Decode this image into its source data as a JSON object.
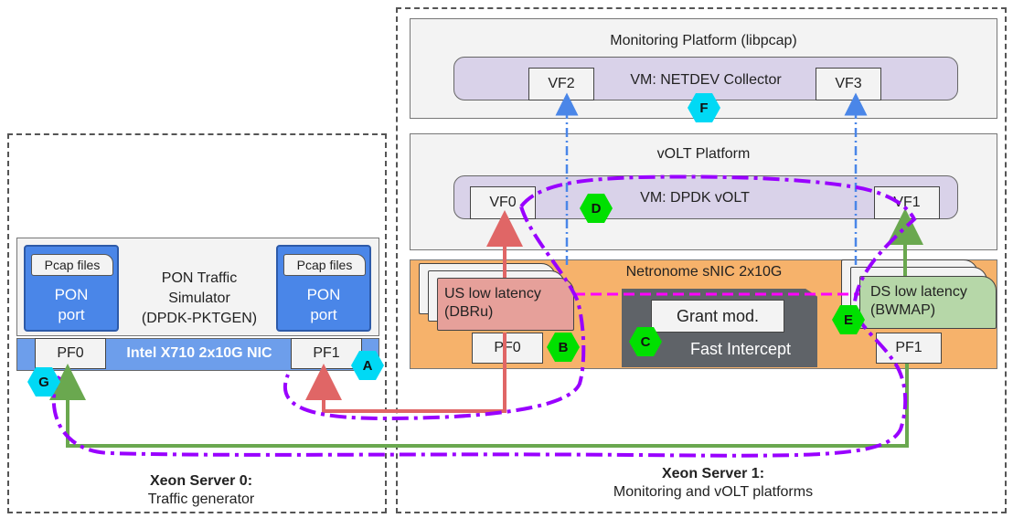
{
  "server0": {
    "title": "Xeon Server 0:",
    "subtitle": "Traffic generator",
    "simulator": {
      "line1": "PON Traffic",
      "line2": "Simulator",
      "line3": "(DPDK-PKTGEN)"
    },
    "pcap_left": {
      "file": "Pcap files",
      "port_line1": "PON",
      "port_line2": "port"
    },
    "pcap_right": {
      "file": "Pcap files",
      "port_line1": "PON",
      "port_line2": "port"
    },
    "nic_label": "Intel X710 2x10G NIC",
    "pf0": "PF0",
    "pf1": "PF1"
  },
  "server1": {
    "title": "Xeon Server 1:",
    "subtitle": "Monitoring and vOLT platforms",
    "monitoring": {
      "title": "Monitoring Platform (libpcap)",
      "vm_title": "VM: NETDEV Collector",
      "vf2": "VF2",
      "vf3": "VF3"
    },
    "volt": {
      "title": "vOLT Platform",
      "vm_title": "VM: DPDK vOLT",
      "vf0": "VF0",
      "vf1": "VF1"
    },
    "snic": {
      "title": "Netronome sNIC 2x10G",
      "us_line1": "US low latency",
      "us_line2": "(DBRu)",
      "ds_line1": "DS low latency",
      "ds_line2": "(BWMAP)",
      "grant": "Grant mod.",
      "fast": "Fast Intercept",
      "pf0": "PF0",
      "pf1": "PF1"
    }
  },
  "markers": {
    "a": "A",
    "b": "B",
    "c": "C",
    "d": "D",
    "e": "E",
    "f": "F",
    "g": "G"
  },
  "colors": {
    "snic_bg": "#f6b26b",
    "us_block": "#e6a09a",
    "ds_block": "#b6d7a8",
    "fast_intercept": "#5f6368",
    "red_path": "#e06666",
    "green_path": "#6aa84f",
    "purple_dash": "#9900ff",
    "magenta_dash": "#ff00ff",
    "blue_dash": "#4a86e8",
    "nic_blue": "#6d9eeb"
  }
}
